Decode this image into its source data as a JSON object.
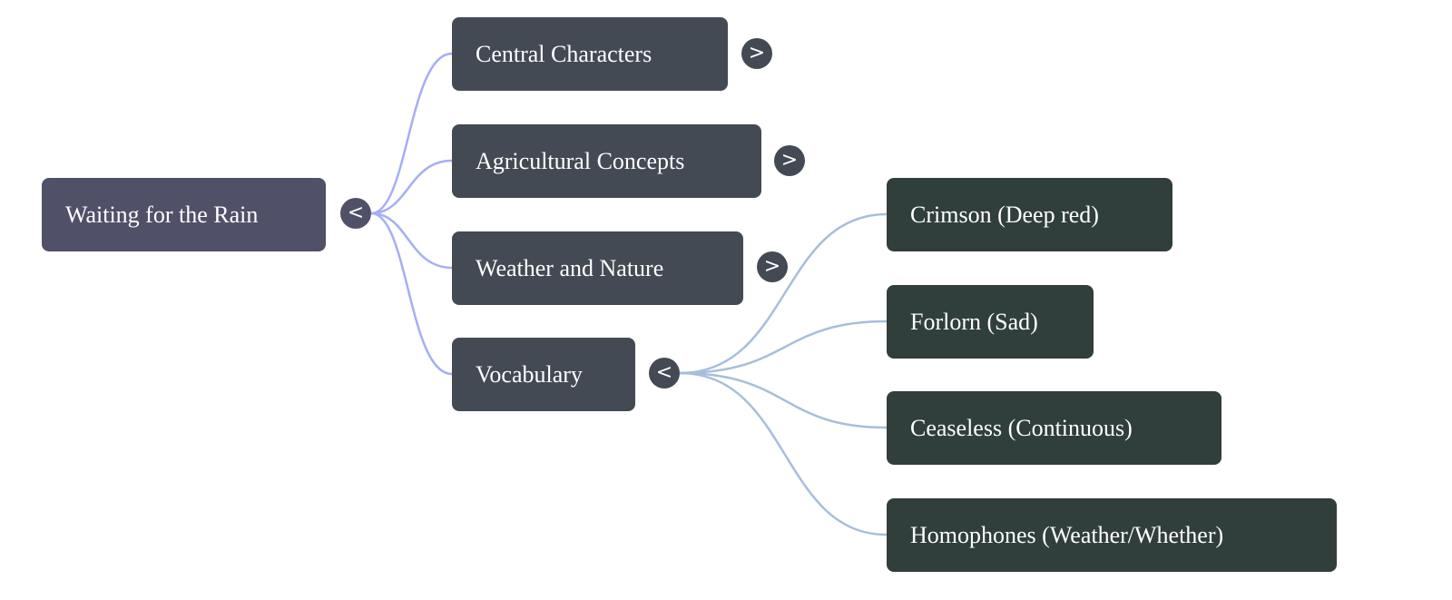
{
  "root": {
    "label": "Waiting for the Rain",
    "toggle": "<"
  },
  "branches": [
    {
      "label": "Central Characters",
      "toggle": ">"
    },
    {
      "label": "Agricultural Concepts",
      "toggle": ">"
    },
    {
      "label": "Weather and Nature",
      "toggle": ">"
    },
    {
      "label": "Vocabulary",
      "toggle": "<"
    }
  ],
  "vocabulary": [
    {
      "label": "Crimson (Deep red)"
    },
    {
      "label": "Forlorn (Sad)"
    },
    {
      "label": "Ceaseless (Continuous)"
    },
    {
      "label": "Homophones (Weather/Whether)"
    }
  ],
  "colors": {
    "root": "#505068",
    "branch": "#434a54",
    "leaf": "#313f3c",
    "root_link": "#a5aef5",
    "vocab_link": "#a7bedb"
  }
}
